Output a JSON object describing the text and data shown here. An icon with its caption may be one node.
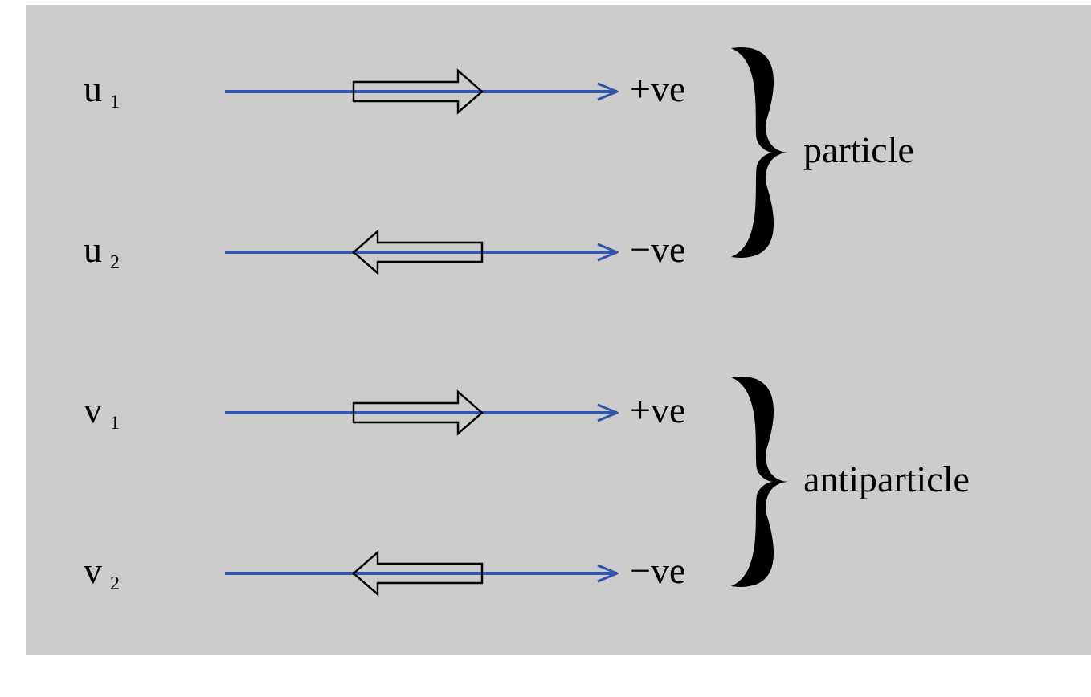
{
  "diagram": {
    "nodes": [
      {
        "text": [
          "+ve"
        ]
      },
      {
        "text": [
          "−ve"
        ]
      },
      {
        "text": [
          "+ve"
        ]
      },
      {
        "text": [
          "−ve"
        ]
      },
      {
        "text": [],
        "shape": "brace",
        "beside": [
          "particle"
        ]
      },
      {
        "text": [],
        "shape": "brace",
        "beside": [
          "antiparticle"
        ]
      }
    ],
    "edges": [
      {
        "from": null,
        "to": 0,
        "arrow": "to"
      },
      {
        "from": null,
        "to": 1,
        "arrow": "to"
      },
      {
        "from": null,
        "to": 2,
        "arrow": "to"
      },
      {
        "from": null,
        "to": 3,
        "arrow": "to"
      }
    ],
    "labels": [
      "u$_{1}$",
      "u$_{2}$",
      "v$_{1}$",
      "v$_{2}$"
    ]
  }
}
